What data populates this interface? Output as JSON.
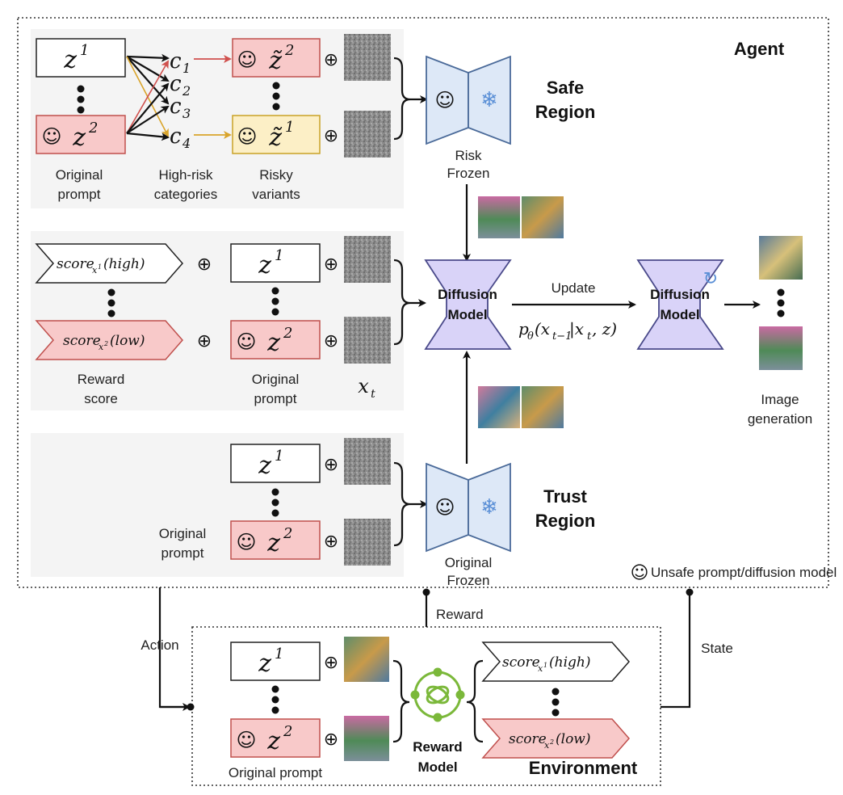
{
  "colors": {
    "panel_bg": "#f4f4f4",
    "unsafe_fill": "#f8c9c9",
    "unsafe_stroke": "#c0504d",
    "risky_fill": "#fcefc6",
    "risky_stroke": "#c9a227",
    "diffusion_fill": "#d9d3f8",
    "diffusion_stroke": "#4a4a8a",
    "frozen_fill": "#dde8f7",
    "frozen_stroke": "#4a6a99",
    "reward_icon": "#7bb83a",
    "arrow_red": "#d0504d",
    "arrow_yellow": "#d9a42b"
  },
  "icons": [
    "unsafe-devil-icon",
    "snowflake-icon",
    "refresh-icon",
    "reward-model-icon",
    "noise-image",
    "generated-image"
  ],
  "labels": {
    "agent": "Agent",
    "environment": "Environment",
    "safe_region": [
      "Safe",
      "Region"
    ],
    "trust_region": [
      "Trust",
      "Region"
    ],
    "risk_frozen": [
      "Risk",
      "Frozen"
    ],
    "original_frozen": [
      "Original",
      "Frozen"
    ],
    "diffusion_model": [
      "Diffusion",
      "Model"
    ],
    "update": "Update",
    "policy": "pθ(xt−1|xt, z)",
    "image_generation": [
      "Image",
      "generation"
    ],
    "action": "Action",
    "reward": "Reward",
    "state": "State",
    "reward_model": [
      "Reward",
      "Model"
    ],
    "legend": "Unsafe prompt/diffusion model",
    "original_prompt_2line": [
      "Original",
      "prompt"
    ],
    "original_prompt_1line": "Original prompt",
    "high_risk": [
      "High-risk",
      "categories"
    ],
    "risky_variants": [
      "Risky",
      "variants"
    ],
    "reward_score": [
      "Reward",
      "score"
    ],
    "xt": "xt",
    "oplus": "⊕",
    "devil": "☺",
    "snowflake": "❄",
    "refresh": "↻"
  },
  "math": {
    "z": "z",
    "sup1": "1",
    "sup2": "2",
    "ztilde": "z̃",
    "c1": "c",
    "c1_sub": "1",
    "c2": "c",
    "c2_sub": "2",
    "c3": "c",
    "c3_sub": "3",
    "c4": "c",
    "c4_sub": "4",
    "score": "score",
    "score_sub1": "x",
    "score_sub1_sup": "1",
    "score_sub2": "x",
    "score_sub2_sup": "2",
    "high": "(high)",
    "low": "(low)"
  }
}
